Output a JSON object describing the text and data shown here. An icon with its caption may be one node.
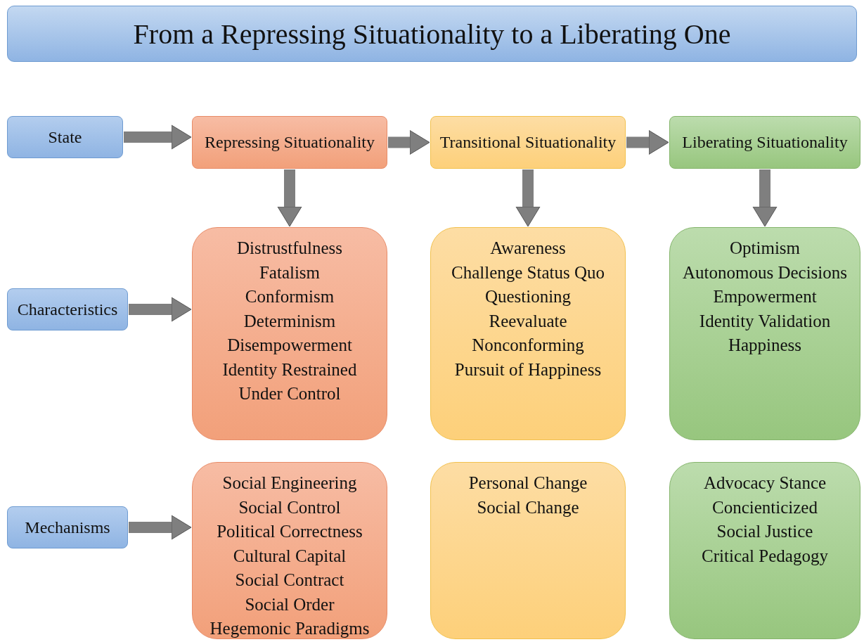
{
  "diagram": {
    "title": "From a Repressing Situationality to a Liberating One",
    "nodes": [
      {
        "text": [
          "State"
        ]
      },
      {
        "text": [
          "Repressing Situationality"
        ]
      },
      {
        "text": [
          "Transitional Situationality"
        ]
      },
      {
        "text": [
          "Liberating Situationality"
        ]
      },
      {
        "text": [
          "Characteristics"
        ]
      },
      {
        "text": [
          "Distrustfulness",
          "Fatalism",
          "Conformism",
          "Determinism",
          "Disempowerment",
          "Identity Restrained",
          "Under Control"
        ]
      },
      {
        "text": [
          "Awareness",
          "Challenge Status Quo",
          "Questioning",
          "Reevaluate",
          "Nonconforming",
          "Pursuit of Happiness"
        ]
      },
      {
        "text": [
          "Optimism",
          "Autonomous Decisions",
          "Empowerment",
          "Identity Validation",
          "Happiness"
        ]
      },
      {
        "text": [
          "Mechanisms"
        ]
      },
      {
        "text": [
          "Social Engineering",
          "Social Control",
          "Political Correctness",
          "Cultural Capital",
          "Social Contract",
          "Social Order",
          "Hegemonic Paradigms"
        ]
      },
      {
        "text": [
          "Personal Change",
          "Social Change"
        ]
      },
      {
        "text": [
          "Advocacy Stance",
          "Concienticized",
          "Social Justice",
          "Critical Pedagogy"
        ]
      }
    ],
    "edges": [
      {
        "from": 0,
        "to": 1,
        "arrow": "to"
      },
      {
        "from": 1,
        "to": 2,
        "arrow": "to"
      },
      {
        "from": 2,
        "to": 3,
        "arrow": "to"
      },
      {
        "from": 1,
        "to": 5,
        "arrow": "to"
      },
      {
        "from": 2,
        "to": 6,
        "arrow": "to"
      },
      {
        "from": 3,
        "to": 7,
        "arrow": "to"
      },
      {
        "from": 4,
        "to": 5,
        "arrow": "to"
      },
      {
        "from": 8,
        "to": 9,
        "arrow": "to"
      }
    ]
  }
}
